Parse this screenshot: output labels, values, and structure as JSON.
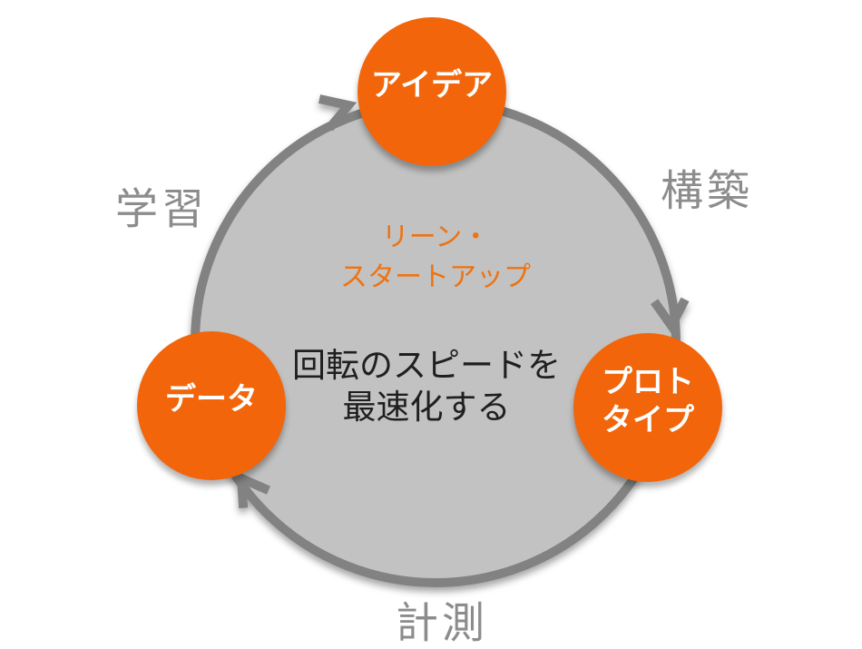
{
  "colors": {
    "orange": "#F2650A",
    "orange_text": "#EE7311",
    "circle_fill": "#C2C2C2",
    "ring": "#828282",
    "label_gray": "#8C8C8C",
    "text_dark": "#1F1F1F",
    "node_text": "#FFFFFF"
  },
  "diagram": {
    "nodes": {
      "idea": {
        "label": "アイデア"
      },
      "prototype": {
        "line1": "プロト",
        "line2": "タイプ"
      },
      "data": {
        "label": "データ"
      }
    },
    "phase_labels": {
      "learn": "学習",
      "build": "構築",
      "measure": "計測"
    },
    "center": {
      "title_line1": "リーン・",
      "title_line2": "スタートアップ",
      "message_line1": "回転のスピードを",
      "message_line2": "最速化する"
    }
  }
}
